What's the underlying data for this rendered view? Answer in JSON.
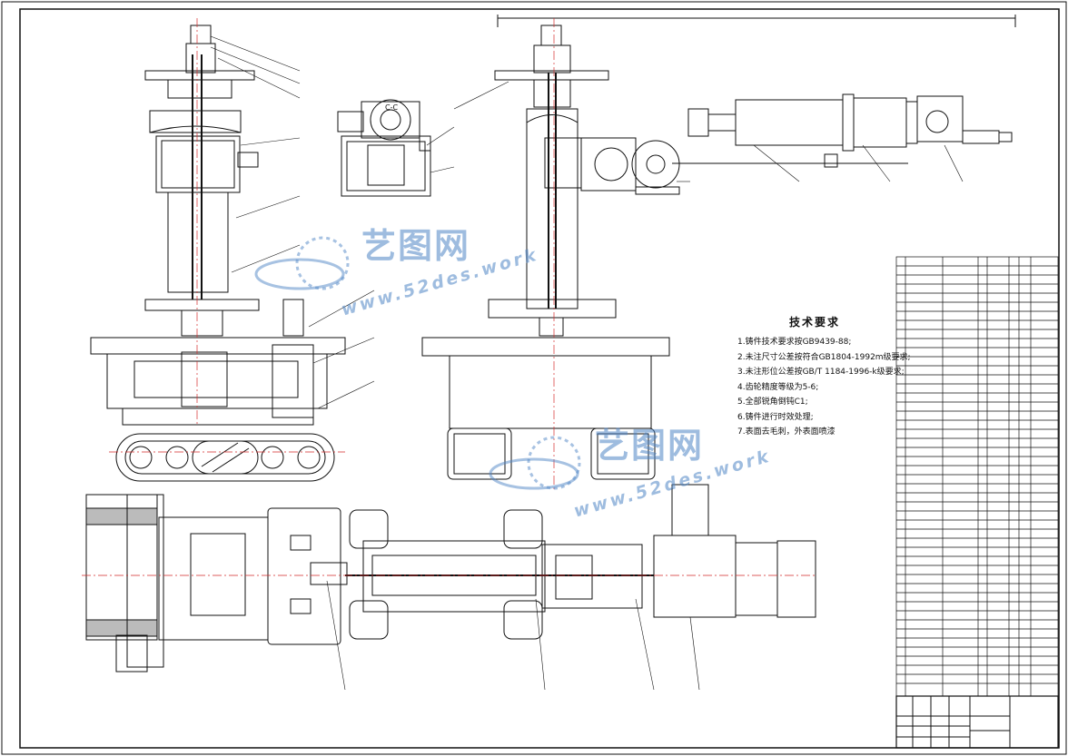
{
  "sheet": {
    "section_label": "C-C",
    "tech_requirements": {
      "title": "技术要求",
      "items": [
        "1.铸件技术要求按GB9439-88;",
        "2.未注尺寸公差按符合GB1804-1992m级要求;",
        "3.未注形位公差按GB/T 1184-1996-k级要求;",
        "4.齿轮精度等级为5-6;",
        "5.全部锐角倒钝C1;",
        "6.铸件进行时效处理;",
        "7.表面去毛刺，外表面喷漆"
      ]
    },
    "watermarks": [
      {
        "brand": "艺图网",
        "url": "www.52des.work"
      },
      {
        "brand": "艺图网",
        "url": "www.52des.work"
      }
    ]
  },
  "colors": {
    "line": "#111111",
    "red": "#d42a2a",
    "watermark": "#4f86c6"
  }
}
